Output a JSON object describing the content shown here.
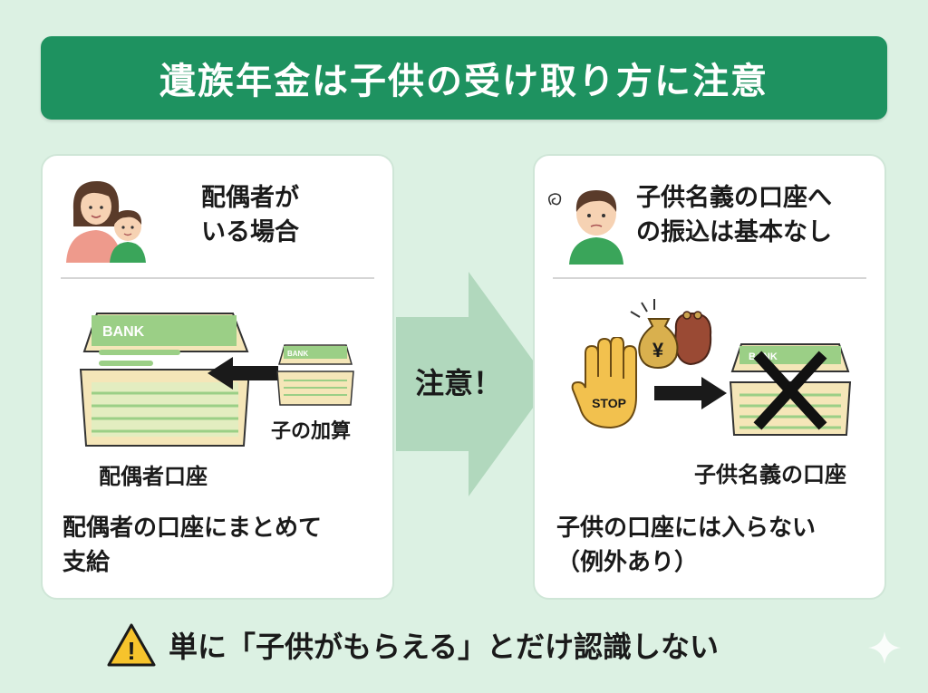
{
  "title": "遺族年金は子供の受け取り方に注意",
  "left_card": {
    "heading_line1": "配偶者が",
    "heading_line2": "いる場合",
    "big_bank_label": "BANK",
    "small_bank_label": "BANK",
    "child_addition_label": "子の加算",
    "account_label": "配偶者口座",
    "bottom_line1": "配偶者の口座にまとめて",
    "bottom_line2": "支給"
  },
  "center": {
    "arrow_label": "注意！"
  },
  "right_card": {
    "heading_line1": "子供名義の口座へ",
    "heading_line2": "の振込は基本なし",
    "stop_label": "STOP",
    "yen_symbol": "¥",
    "bank_label": "BANK",
    "account_label": "子供名義の口座",
    "bottom_line1": "子供の口座には入らない",
    "bottom_line2": "（例外あり）"
  },
  "footer": {
    "warning_icon_mark": "!",
    "message": "単に「子供がもらえる」とだけ認識しない"
  },
  "colors": {
    "background": "#dcf1e3",
    "title_bar": "#1e9260",
    "bank_card": "#f5e6b8",
    "bank_stripe": "#9bcf86",
    "stop_hand": "#f2c14e",
    "warning": "#f6c32c"
  }
}
